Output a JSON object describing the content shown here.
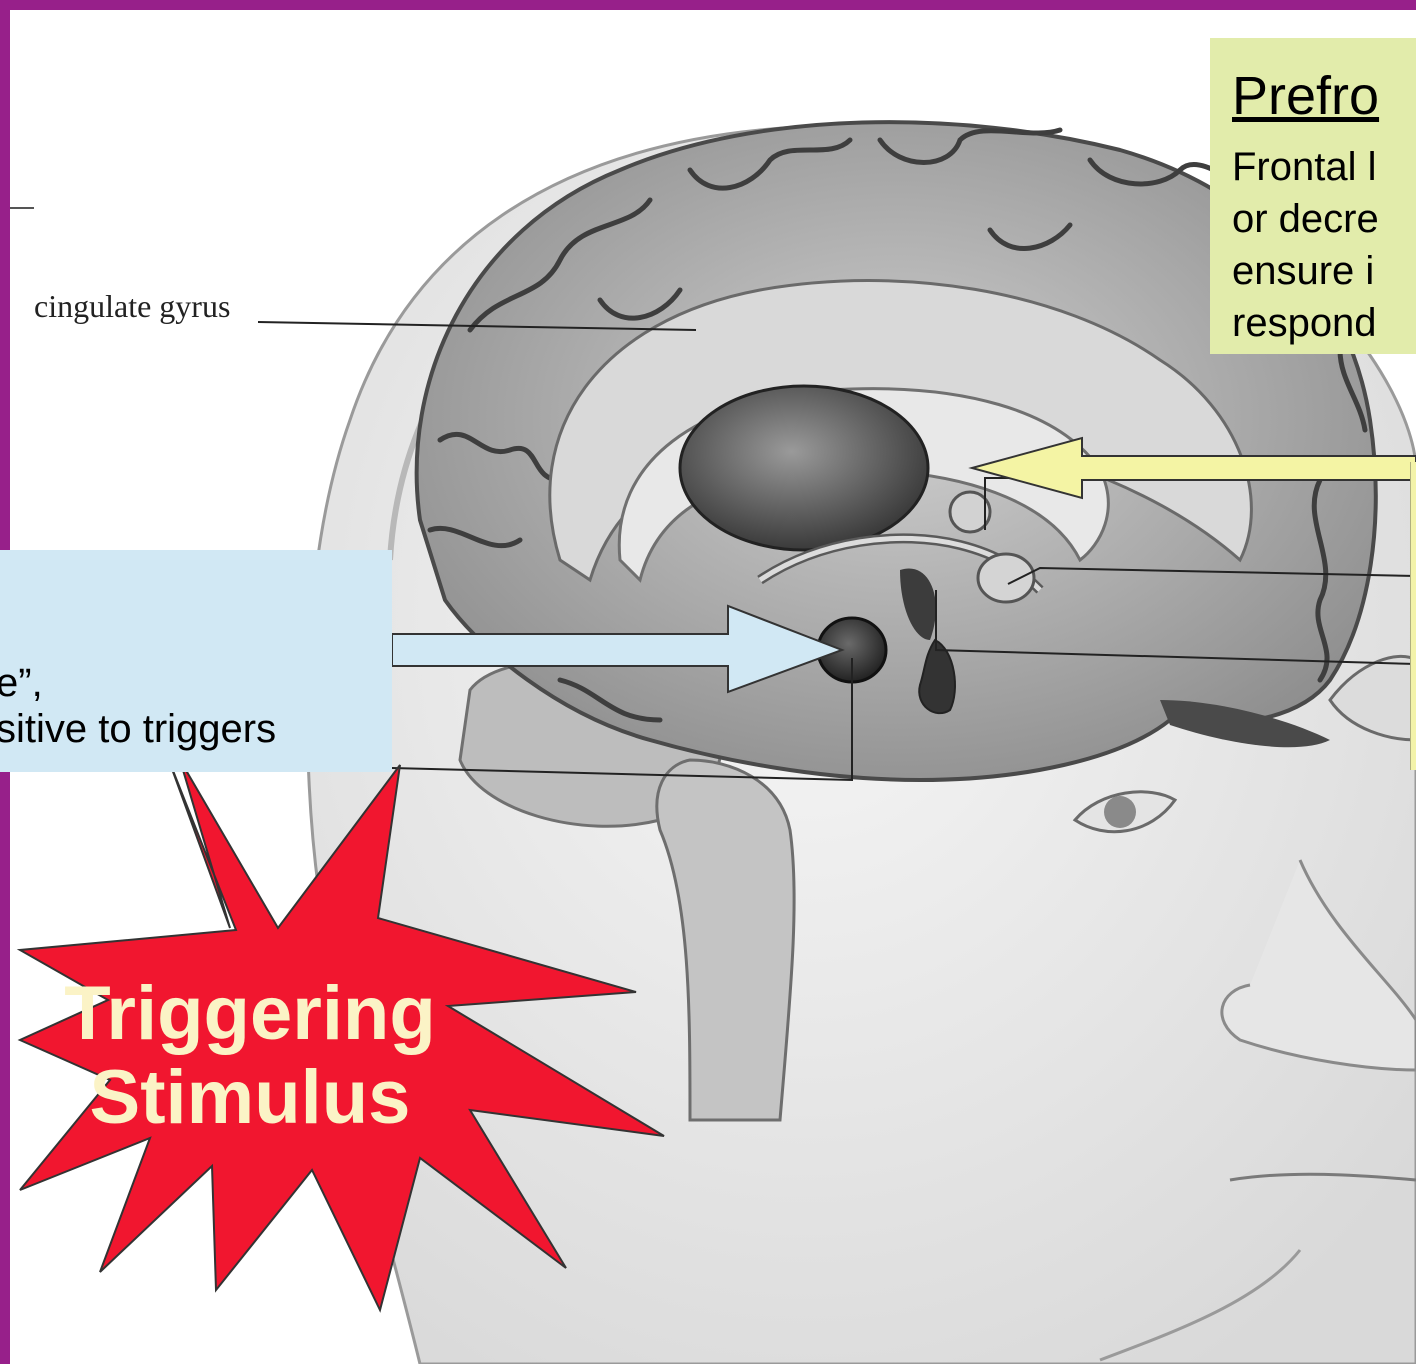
{
  "colors": {
    "slide_border": "#97208a",
    "prefrontal_box": "#e2ecab",
    "amygdala_box": "#d1e8f4",
    "yellow_arrow": "#f4f4a4",
    "blue_arrow": "#d1e8f4",
    "burst_fill": "#f1162f",
    "burst_text": "#fbf3c6"
  },
  "labels": {
    "cingulate": "cingulate gyrus"
  },
  "prefrontal": {
    "title": "Prefro",
    "lines": [
      "Frontal l",
      "or decre",
      "ensure i",
      "respond"
    ]
  },
  "amygdala": {
    "lines": [
      "e”,",
      "sitive to triggers"
    ]
  },
  "burst": {
    "lines": [
      "Triggering",
      "Stimulus"
    ]
  }
}
